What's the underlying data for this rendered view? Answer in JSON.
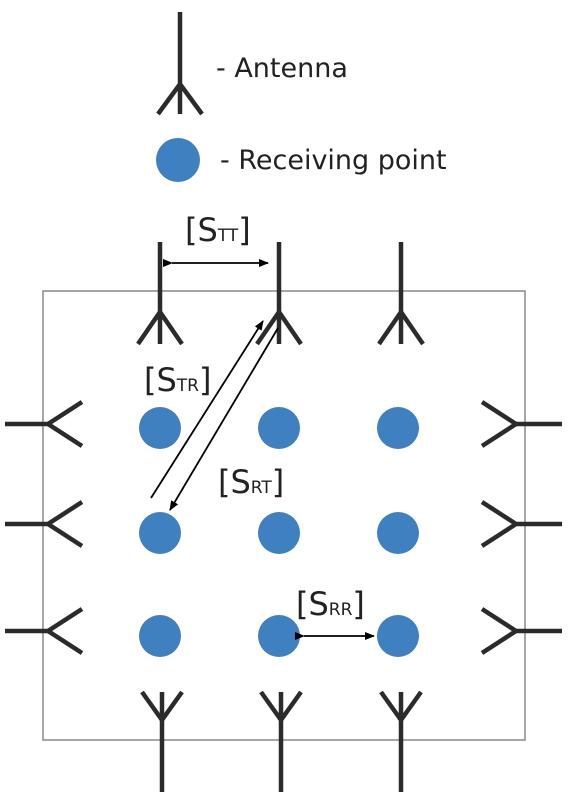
{
  "legend": {
    "antenna": "- Antenna",
    "receiving_point": "- Receiving point"
  },
  "labels": {
    "stt": {
      "main": "[S",
      "sub": "TT",
      "close": "]"
    },
    "str": {
      "main": "[S",
      "sub": "TR",
      "close": "]"
    },
    "srt": {
      "main": "[S",
      "sub": "RT",
      "close": "]"
    },
    "srr": {
      "main": "[S",
      "sub": "RR",
      "close": "]"
    }
  },
  "colors": {
    "receiving_point": "#3f80c0",
    "antenna": "#2b2b2b",
    "frame": "#888888"
  }
}
